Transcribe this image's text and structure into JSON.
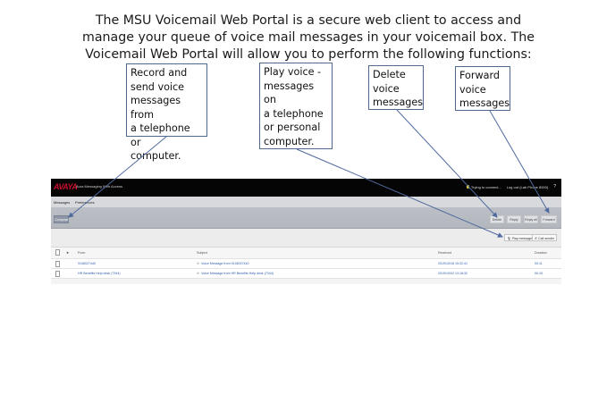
{
  "intro": {
    "line1": "The MSU Voicemail Web Portal is a secure web client to access and",
    "line2": "manage your queue of voice mail messages in your voicemail box. The",
    "line3": "Voicemail Web Portal will allow you to perform the following functions:"
  },
  "callouts": [
    {
      "lines": [
        "Record and",
        "send voice",
        "messages from",
        "a telephone or",
        "computer."
      ]
    },
    {
      "lines": [
        "Play voice -",
        "messages on",
        "a telephone",
        "or personal",
        "computer."
      ]
    },
    {
      "lines": [
        "Delete",
        "voice",
        "messages"
      ]
    },
    {
      "lines": [
        "Forward",
        "voice",
        "messages"
      ]
    }
  ],
  "app": {
    "logo": "AVAYA",
    "title": "Aura Messaging Web Access",
    "status": "Trying to connect...",
    "logout": "Log out (Lab Phone 8000)",
    "help": "?",
    "tabs": [
      "Messages",
      "Preferences"
    ],
    "compose": "Compose",
    "actions": [
      "Delete",
      "Reply",
      "Reply all",
      "Forward"
    ],
    "play": "Play message",
    "call": "Call sender",
    "columns": [
      "From",
      "Subject",
      "Received",
      "Duration"
    ],
    "rows": [
      {
        "from": "9146027440",
        "subject": "Voice Message from 9146027440",
        "received": "2019/10/18 15:32:41",
        "duration": "00:11"
      },
      {
        "from": "HR Benefits Help desk (7344)",
        "subject": "Voice Message from HR Benefits Help desk (7344)",
        "received": "2019/10/02 13:18:32",
        "duration": "00:15"
      }
    ]
  },
  "colors": {
    "arrow": "#4f6a9f",
    "brand": "#c8102e"
  }
}
